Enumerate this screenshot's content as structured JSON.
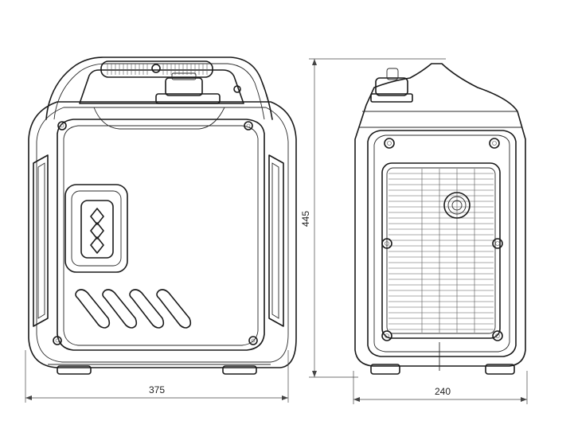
{
  "dimensions": {
    "width_front": "375",
    "height": "445",
    "depth_side": "240"
  }
}
